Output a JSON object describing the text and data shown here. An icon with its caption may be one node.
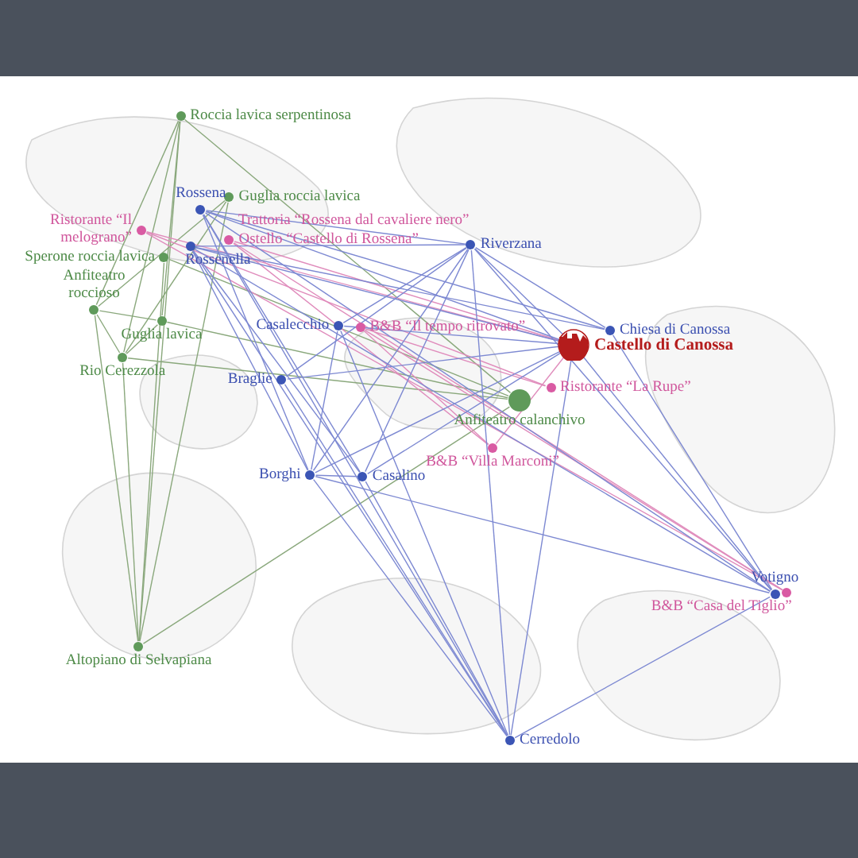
{
  "diagram": {
    "nodes": [
      {
        "text": [
          "Roccia lavica serpentinosa"
        ]
      },
      {
        "text": [
          "Guglia roccia lavica"
        ]
      },
      {
        "text": [
          "Rossena"
        ]
      },
      {
        "text": [
          "Ristorante “Il melograno”"
        ]
      },
      {
        "text": [
          "Ostello “Castello di Rossena”"
        ]
      },
      {
        "text": [
          "Sperone roccia lavica"
        ]
      },
      {
        "text": [
          "Rossenella"
        ]
      },
      {
        "text": [
          "Riverzana"
        ]
      },
      {
        "text": [
          "Anfiteatro roccioso"
        ]
      },
      {
        "text": [
          "Guglia lavica"
        ]
      },
      {
        "text": [
          "Casalecchio"
        ]
      },
      {
        "text": [
          "B&B “Il tempo ritrovato”"
        ]
      },
      {
        "text": [
          "Chiesa di Canossa"
        ]
      },
      {
        "text": [
          "Castello di Canossa"
        ]
      },
      {
        "text": [
          "Rio Cerezzola"
        ]
      },
      {
        "text": [
          "Braglie"
        ]
      },
      {
        "text": [
          "Anfiteatro calanchivo"
        ]
      },
      {
        "text": [
          "Ristorante “La Rupe”"
        ]
      },
      {
        "text": [
          "B&B “Villa Marconi”"
        ]
      },
      {
        "text": [
          "Borghi"
        ]
      },
      {
        "text": [
          "Casalino"
        ]
      },
      {
        "text": [
          "Votigno"
        ]
      },
      {
        "text": [
          "B&B “Casa del Tiglio”"
        ]
      },
      {
        "text": [
          "Altopiano di Selvapiana"
        ]
      },
      {
        "text": [
          "Cerredolo"
        ]
      }
    ],
    "edges": [
      {
        "from": 0,
        "to": 8,
        "arrow": "none",
        "color": "#8aa87c"
      },
      {
        "from": 0,
        "to": 14,
        "arrow": "none",
        "color": "#8aa87c"
      },
      {
        "from": 0,
        "to": 23,
        "arrow": "none",
        "color": "#8aa87c"
      },
      {
        "from": 0,
        "to": 9,
        "arrow": "none",
        "color": "#8aa87c"
      },
      {
        "from": 0,
        "to": 16,
        "arrow": "none",
        "color": "#8aa87c"
      },
      {
        "from": 1,
        "to": 8,
        "arrow": "none",
        "color": "#8aa87c"
      },
      {
        "from": 1,
        "to": 23,
        "arrow": "none",
        "color": "#8aa87c"
      },
      {
        "from": 1,
        "to": 14,
        "arrow": "none",
        "color": "#8aa87c"
      },
      {
        "from": 5,
        "to": 16,
        "arrow": "none",
        "color": "#8aa87c"
      },
      {
        "from": 5,
        "to": 23,
        "arrow": "none",
        "color": "#8aa87c"
      },
      {
        "from": 8,
        "to": 9,
        "arrow": "none",
        "color": "#8aa87c"
      },
      {
        "from": 8,
        "to": 14,
        "arrow": "none",
        "color": "#8aa87c"
      },
      {
        "from": 8,
        "to": 23,
        "arrow": "none",
        "color": "#8aa87c"
      },
      {
        "from": 9,
        "to": 14,
        "arrow": "none",
        "color": "#8aa87c"
      },
      {
        "from": 9,
        "to": 16,
        "arrow": "none",
        "color": "#8aa87c"
      },
      {
        "from": 14,
        "to": 16,
        "arrow": "none",
        "color": "#8aa87c"
      },
      {
        "from": 14,
        "to": 23,
        "arrow": "none",
        "color": "#8aa87c"
      },
      {
        "from": 23,
        "to": 16,
        "arrow": "none",
        "color": "#8aa87c"
      },
      {
        "from": 3,
        "to": 13,
        "arrow": "none",
        "color": "#e08cbc"
      },
      {
        "from": 3,
        "to": 22,
        "arrow": "none",
        "color": "#e08cbc"
      },
      {
        "from": 3,
        "to": 17,
        "arrow": "none",
        "color": "#e08cbc"
      },
      {
        "from": 4,
        "to": 13,
        "arrow": "none",
        "color": "#e08cbc"
      },
      {
        "from": 4,
        "to": 22,
        "arrow": "none",
        "color": "#e08cbc"
      },
      {
        "from": 4,
        "to": 18,
        "arrow": "none",
        "color": "#e08cbc"
      },
      {
        "from": 11,
        "to": 17,
        "arrow": "none",
        "color": "#e08cbc"
      },
      {
        "from": 11,
        "to": 22,
        "arrow": "none",
        "color": "#e08cbc"
      },
      {
        "from": 11,
        "to": 18,
        "arrow": "none",
        "color": "#e08cbc"
      },
      {
        "from": 18,
        "to": 13,
        "arrow": "none",
        "color": "#e08cbc"
      },
      {
        "from": 2,
        "to": 7,
        "arrow": "none"
      },
      {
        "from": 2,
        "to": 12,
        "arrow": "none"
      },
      {
        "from": 2,
        "to": 13,
        "arrow": "none"
      },
      {
        "from": 2,
        "to": 20,
        "arrow": "none"
      },
      {
        "from": 2,
        "to": 19,
        "arrow": "none"
      },
      {
        "from": 2,
        "to": 24,
        "arrow": "none"
      },
      {
        "from": 2,
        "to": 21,
        "arrow": "none"
      },
      {
        "from": 6,
        "to": 7,
        "arrow": "none"
      },
      {
        "from": 6,
        "to": 13,
        "arrow": "none"
      },
      {
        "from": 6,
        "to": 12,
        "arrow": "none"
      },
      {
        "from": 6,
        "to": 19,
        "arrow": "none"
      },
      {
        "from": 6,
        "to": 24,
        "arrow": "none"
      },
      {
        "from": 6,
        "to": 21,
        "arrow": "none"
      },
      {
        "from": 6,
        "to": 20,
        "arrow": "none"
      },
      {
        "from": 7,
        "to": 10,
        "arrow": "none"
      },
      {
        "from": 7,
        "to": 15,
        "arrow": "none"
      },
      {
        "from": 7,
        "to": 19,
        "arrow": "none"
      },
      {
        "from": 7,
        "to": 24,
        "arrow": "none"
      },
      {
        "from": 7,
        "to": 21,
        "arrow": "none"
      },
      {
        "from": 7,
        "to": 12,
        "arrow": "none"
      },
      {
        "from": 7,
        "to": 13,
        "arrow": "none"
      },
      {
        "from": 7,
        "to": 20,
        "arrow": "none"
      },
      {
        "from": 10,
        "to": 24,
        "arrow": "none"
      },
      {
        "from": 10,
        "to": 19,
        "arrow": "none"
      },
      {
        "from": 10,
        "to": 13,
        "arrow": "none"
      },
      {
        "from": 15,
        "to": 13,
        "arrow": "none"
      },
      {
        "from": 15,
        "to": 24,
        "arrow": "none"
      },
      {
        "from": 19,
        "to": 20,
        "arrow": "none"
      },
      {
        "from": 19,
        "to": 21,
        "arrow": "none"
      },
      {
        "from": 19,
        "to": 24,
        "arrow": "none"
      },
      {
        "from": 19,
        "to": 13,
        "arrow": "none"
      },
      {
        "from": 20,
        "to": 13,
        "arrow": "none"
      },
      {
        "from": 20,
        "to": 24,
        "arrow": "none"
      },
      {
        "from": 12,
        "to": 21,
        "arrow": "none"
      },
      {
        "from": 13,
        "to": 21,
        "arrow": "none"
      },
      {
        "from": 13,
        "to": 24,
        "arrow": "none"
      },
      {
        "from": 24,
        "to": 21,
        "arrow": "none"
      }
    ],
    "labels": [
      "Trattoria “Rossena dal cavaliere nero”"
    ]
  }
}
